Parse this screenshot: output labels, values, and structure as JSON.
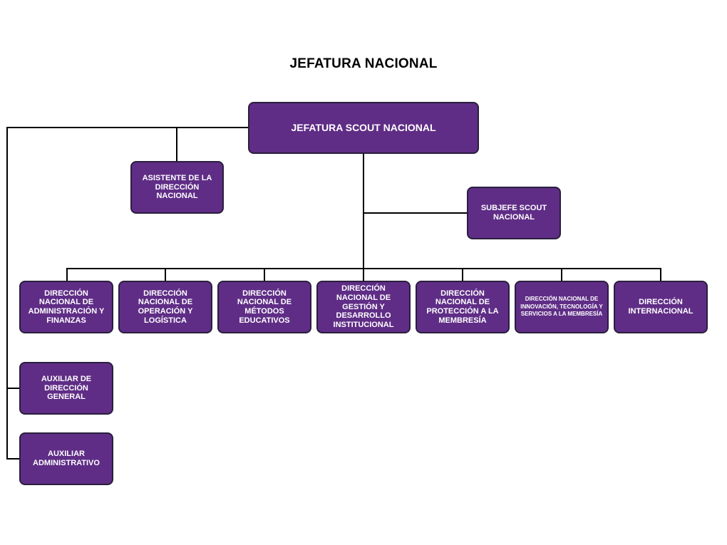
{
  "title": "JEFATURA NACIONAL",
  "colors": {
    "box_fill": "#5f2d86",
    "box_border": "#2a1f3d",
    "line": "#000000"
  },
  "nodes": {
    "root": "JEFATURA SCOUT NACIONAL",
    "asistente": "ASISTENTE DE LA DIRECCIÓN NACIONAL",
    "subjefe": "SUBJEFE SCOUT NACIONAL",
    "dir_admin": "DIRECCIÓN NACIONAL DE ADMINISTRACIÓN Y FINANZAS",
    "dir_operacion": "DIRECCIÓN NACIONAL DE OPERACIÓN Y LOGÍSTICA",
    "dir_metodos": "DIRECCIÓN NACIONAL DE MÉTODOS EDUCATIVOS",
    "dir_gestion": "DIRECCIÓN NACIONAL DE GESTIÓN Y DESARROLLO INSTITUCIONAL",
    "dir_proteccion": "DIRECCIÓN NACIONAL DE PROTECCIÓN A LA MEMBRESÍA",
    "dir_innovacion": "DIRECCIÓN NACIONAL DE INNOVACIÓN, TECNOLOGÍA Y SERVICIOS A LA MEMBRESÍA",
    "dir_internacional": "DIRECCIÓN INTERNACIONAL",
    "aux_direccion": "AUXILIAR DE DIRECCIÓN GENERAL",
    "aux_administrativo": "AUXILIAR ADMINISTRATIVO"
  }
}
